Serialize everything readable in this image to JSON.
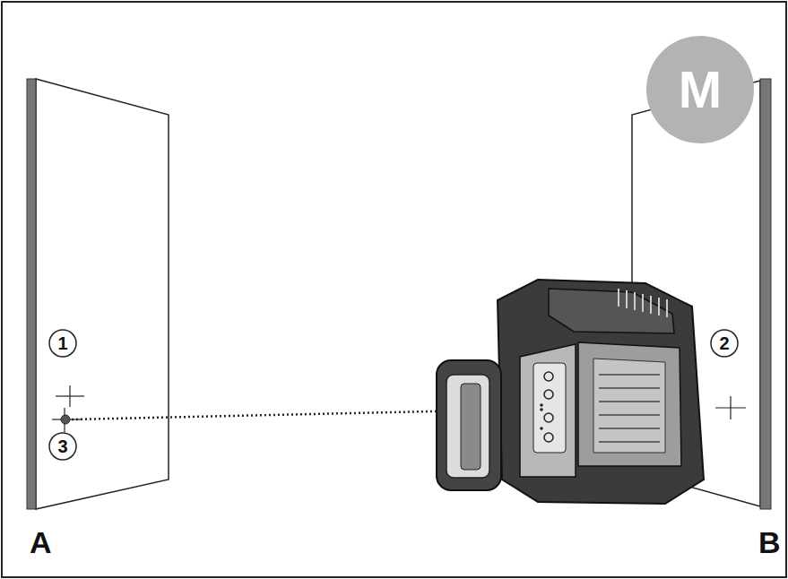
{
  "diagram": {
    "nodes": [
      {
        "text": [
          "M"
        ]
      },
      {
        "text": [
          "1"
        ]
      },
      {
        "text": [
          "2"
        ]
      },
      {
        "text": [
          "3"
        ]
      }
    ],
    "labels": [
      "A",
      "B"
    ]
  }
}
